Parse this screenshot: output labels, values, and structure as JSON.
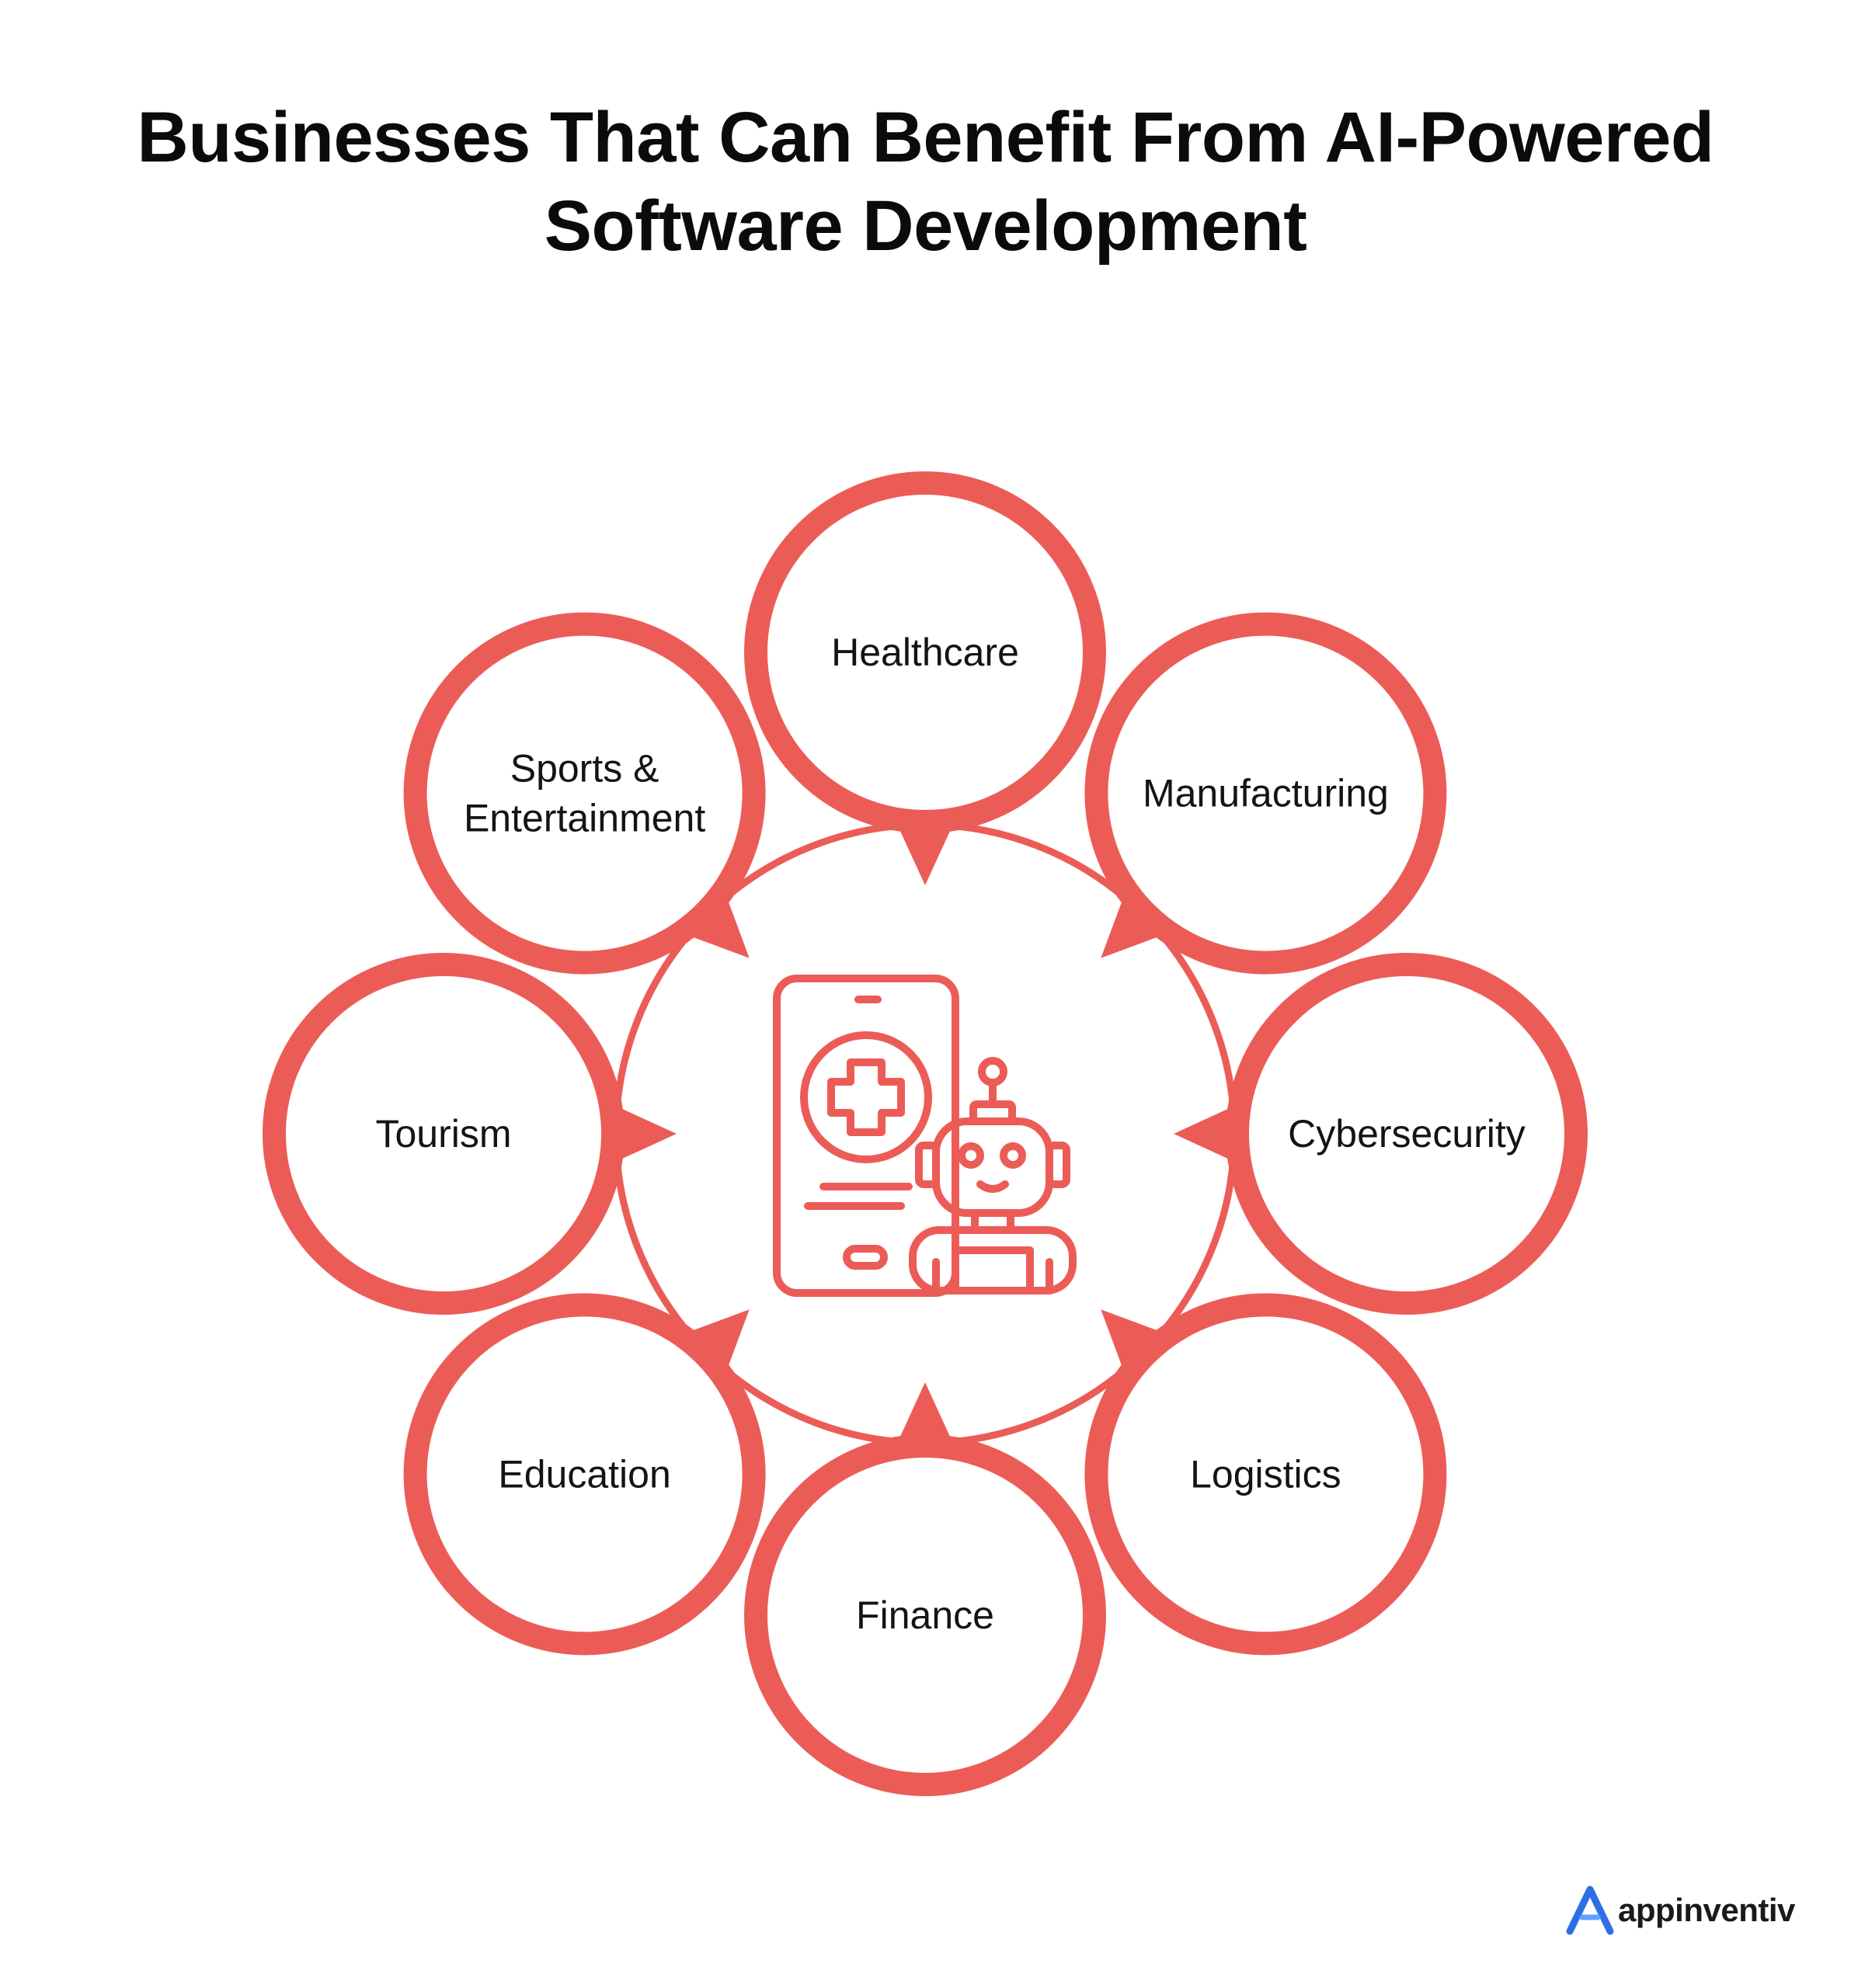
{
  "title": {
    "line1": "Businesses That Can Benefit From AI-Powered",
    "line2": "Software Development"
  },
  "colors": {
    "accent": "#ec5c57",
    "dot": "#1c1c1c",
    "text": "#141414"
  },
  "center_icon": "mobile-health-robot-icon",
  "industries": [
    {
      "label": "Healthcare"
    },
    {
      "label": "Manufacturing"
    },
    {
      "label": "Cybersecurity"
    },
    {
      "label": "Logistics"
    },
    {
      "label": "Finance"
    },
    {
      "label": "Education"
    },
    {
      "label": "Tourism"
    },
    {
      "label": "Sports & Entertainment"
    }
  ],
  "brand": {
    "name": "appinventiv",
    "logo_icon": "appinventiv-logo-icon"
  }
}
